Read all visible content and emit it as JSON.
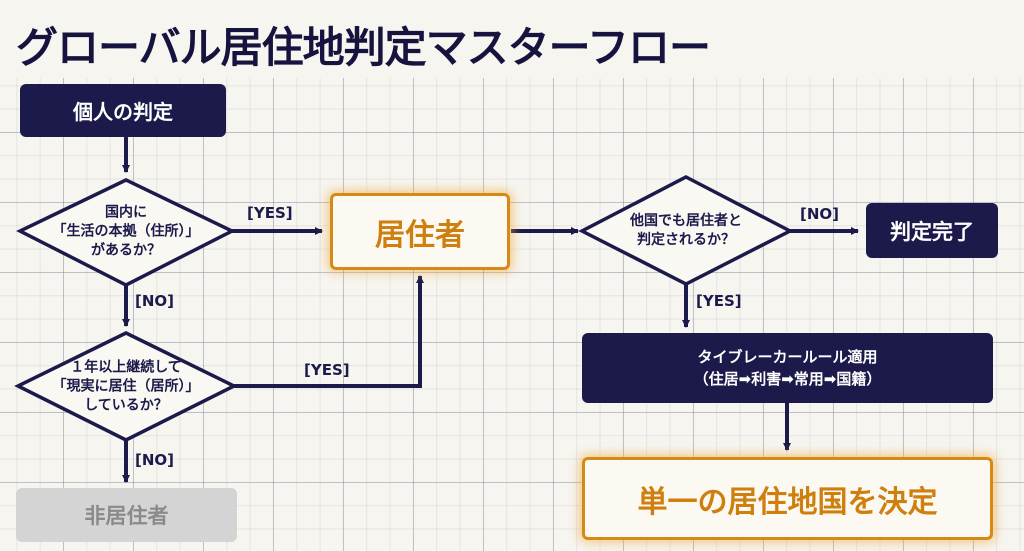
{
  "title": "グローバル居住地判定マスターフロー",
  "nodes": {
    "start": "個人の判定",
    "q1": [
      "国内に",
      "「生活の本拠（住所）」",
      "があるか？"
    ],
    "q2": [
      "１年以上継続して",
      "「現実に居住（居所）」",
      "しているか？"
    ],
    "resident": "居住者",
    "non_resident": "非居住者",
    "q3": [
      "他国でも居住者と",
      "判定されるか？"
    ],
    "done": "判定完了",
    "tiebreaker": [
      "タイブレーカールール適用",
      "（住居➡利害➡常用➡国籍）"
    ],
    "final": "単一の居住地国を決定"
  },
  "edges": {
    "q1_yes": "[YES]",
    "q1_no": "[NO]",
    "q2_yes": "[YES]",
    "q2_no": "[NO]",
    "q3_no": "[NO]",
    "q3_yes": "[YES]"
  },
  "colors": {
    "navy": "#1b1a4a",
    "accent_orange": "#d68a16",
    "inactive_gray": "#d4d4d4"
  }
}
